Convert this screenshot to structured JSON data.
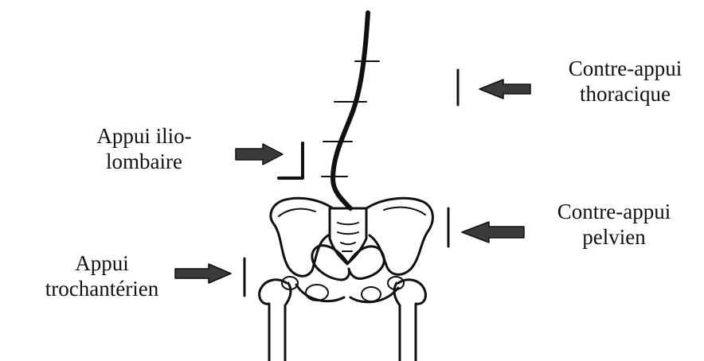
{
  "labels": {
    "contre_appui_thoracique": [
      "Contre-appui",
      "thoracique"
    ],
    "appui_ilio_lombaire": [
      "Appui ilio-",
      "lombaire"
    ],
    "contre_appui_pelvien": [
      "Contre-appui",
      "pelvien"
    ],
    "appui_trochanterien": [
      "Appui",
      "trochantérien"
    ]
  },
  "colors": {
    "ink": "#111111",
    "arrow_fill": "#3a3a3a",
    "background": "#ffffff"
  }
}
